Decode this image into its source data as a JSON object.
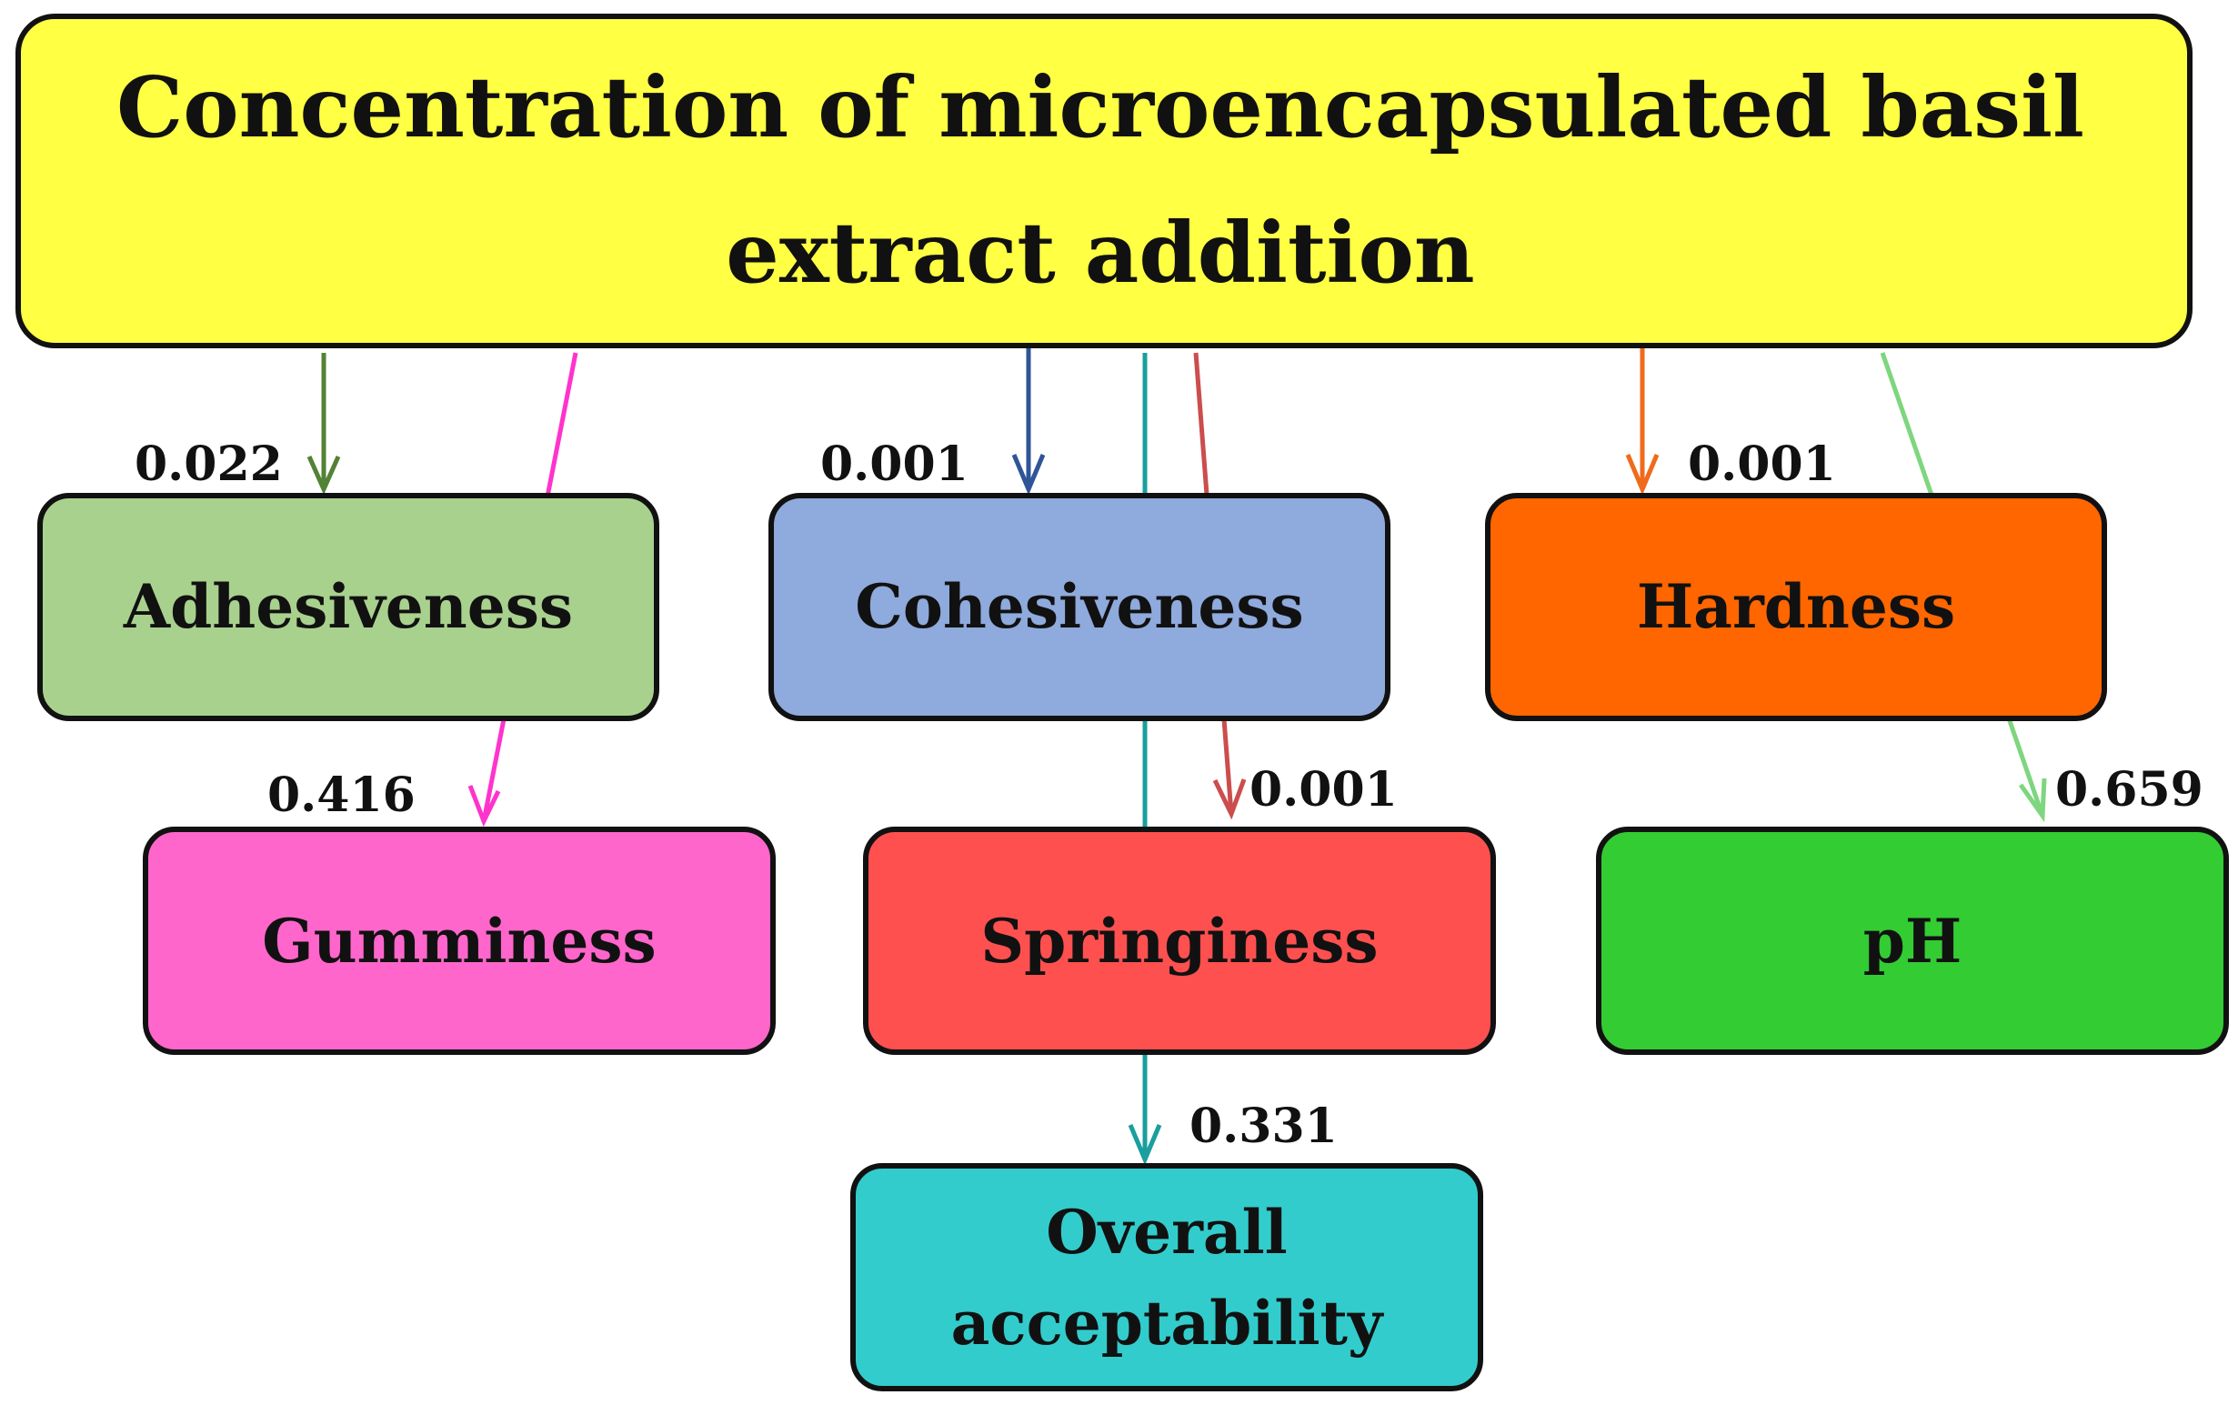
{
  "root": {
    "label_line1": "Concentration of microencapsulated basil",
    "label_line2": "extract addition",
    "color": "#ffff44"
  },
  "nodes": {
    "adhesiveness": {
      "label": "Adhesiveness",
      "color": "#a9d18e"
    },
    "cohesiveness": {
      "label": "Cohesiveness",
      "color": "#8faadc"
    },
    "hardness": {
      "label": "Hardness",
      "color": "#ff6600"
    },
    "gumminess": {
      "label": "Gumminess",
      "color": "#ff66cc"
    },
    "springiness": {
      "label": "Springiness",
      "color": "#ff5050"
    },
    "ph": {
      "label": "pH",
      "color": "#33cc33"
    },
    "overall": {
      "label_line1": "Overall",
      "label_line2": "acceptability",
      "color": "#33cccc"
    }
  },
  "edges": {
    "adhesiveness": {
      "value": "0.022",
      "color": "#548235"
    },
    "gumminess": {
      "value": "0.416",
      "color": "#ff33cc"
    },
    "cohesiveness": {
      "value": "0.001",
      "color": "#2f5597"
    },
    "springiness": {
      "value": "0.001",
      "color": "#cc4d4d"
    },
    "overall": {
      "value": "0.331",
      "color": "#1a9e9e"
    },
    "hardness": {
      "value": "0.001",
      "color": "#f06a1c"
    },
    "ph": {
      "value": "0.659",
      "color": "#7ed67e"
    }
  }
}
